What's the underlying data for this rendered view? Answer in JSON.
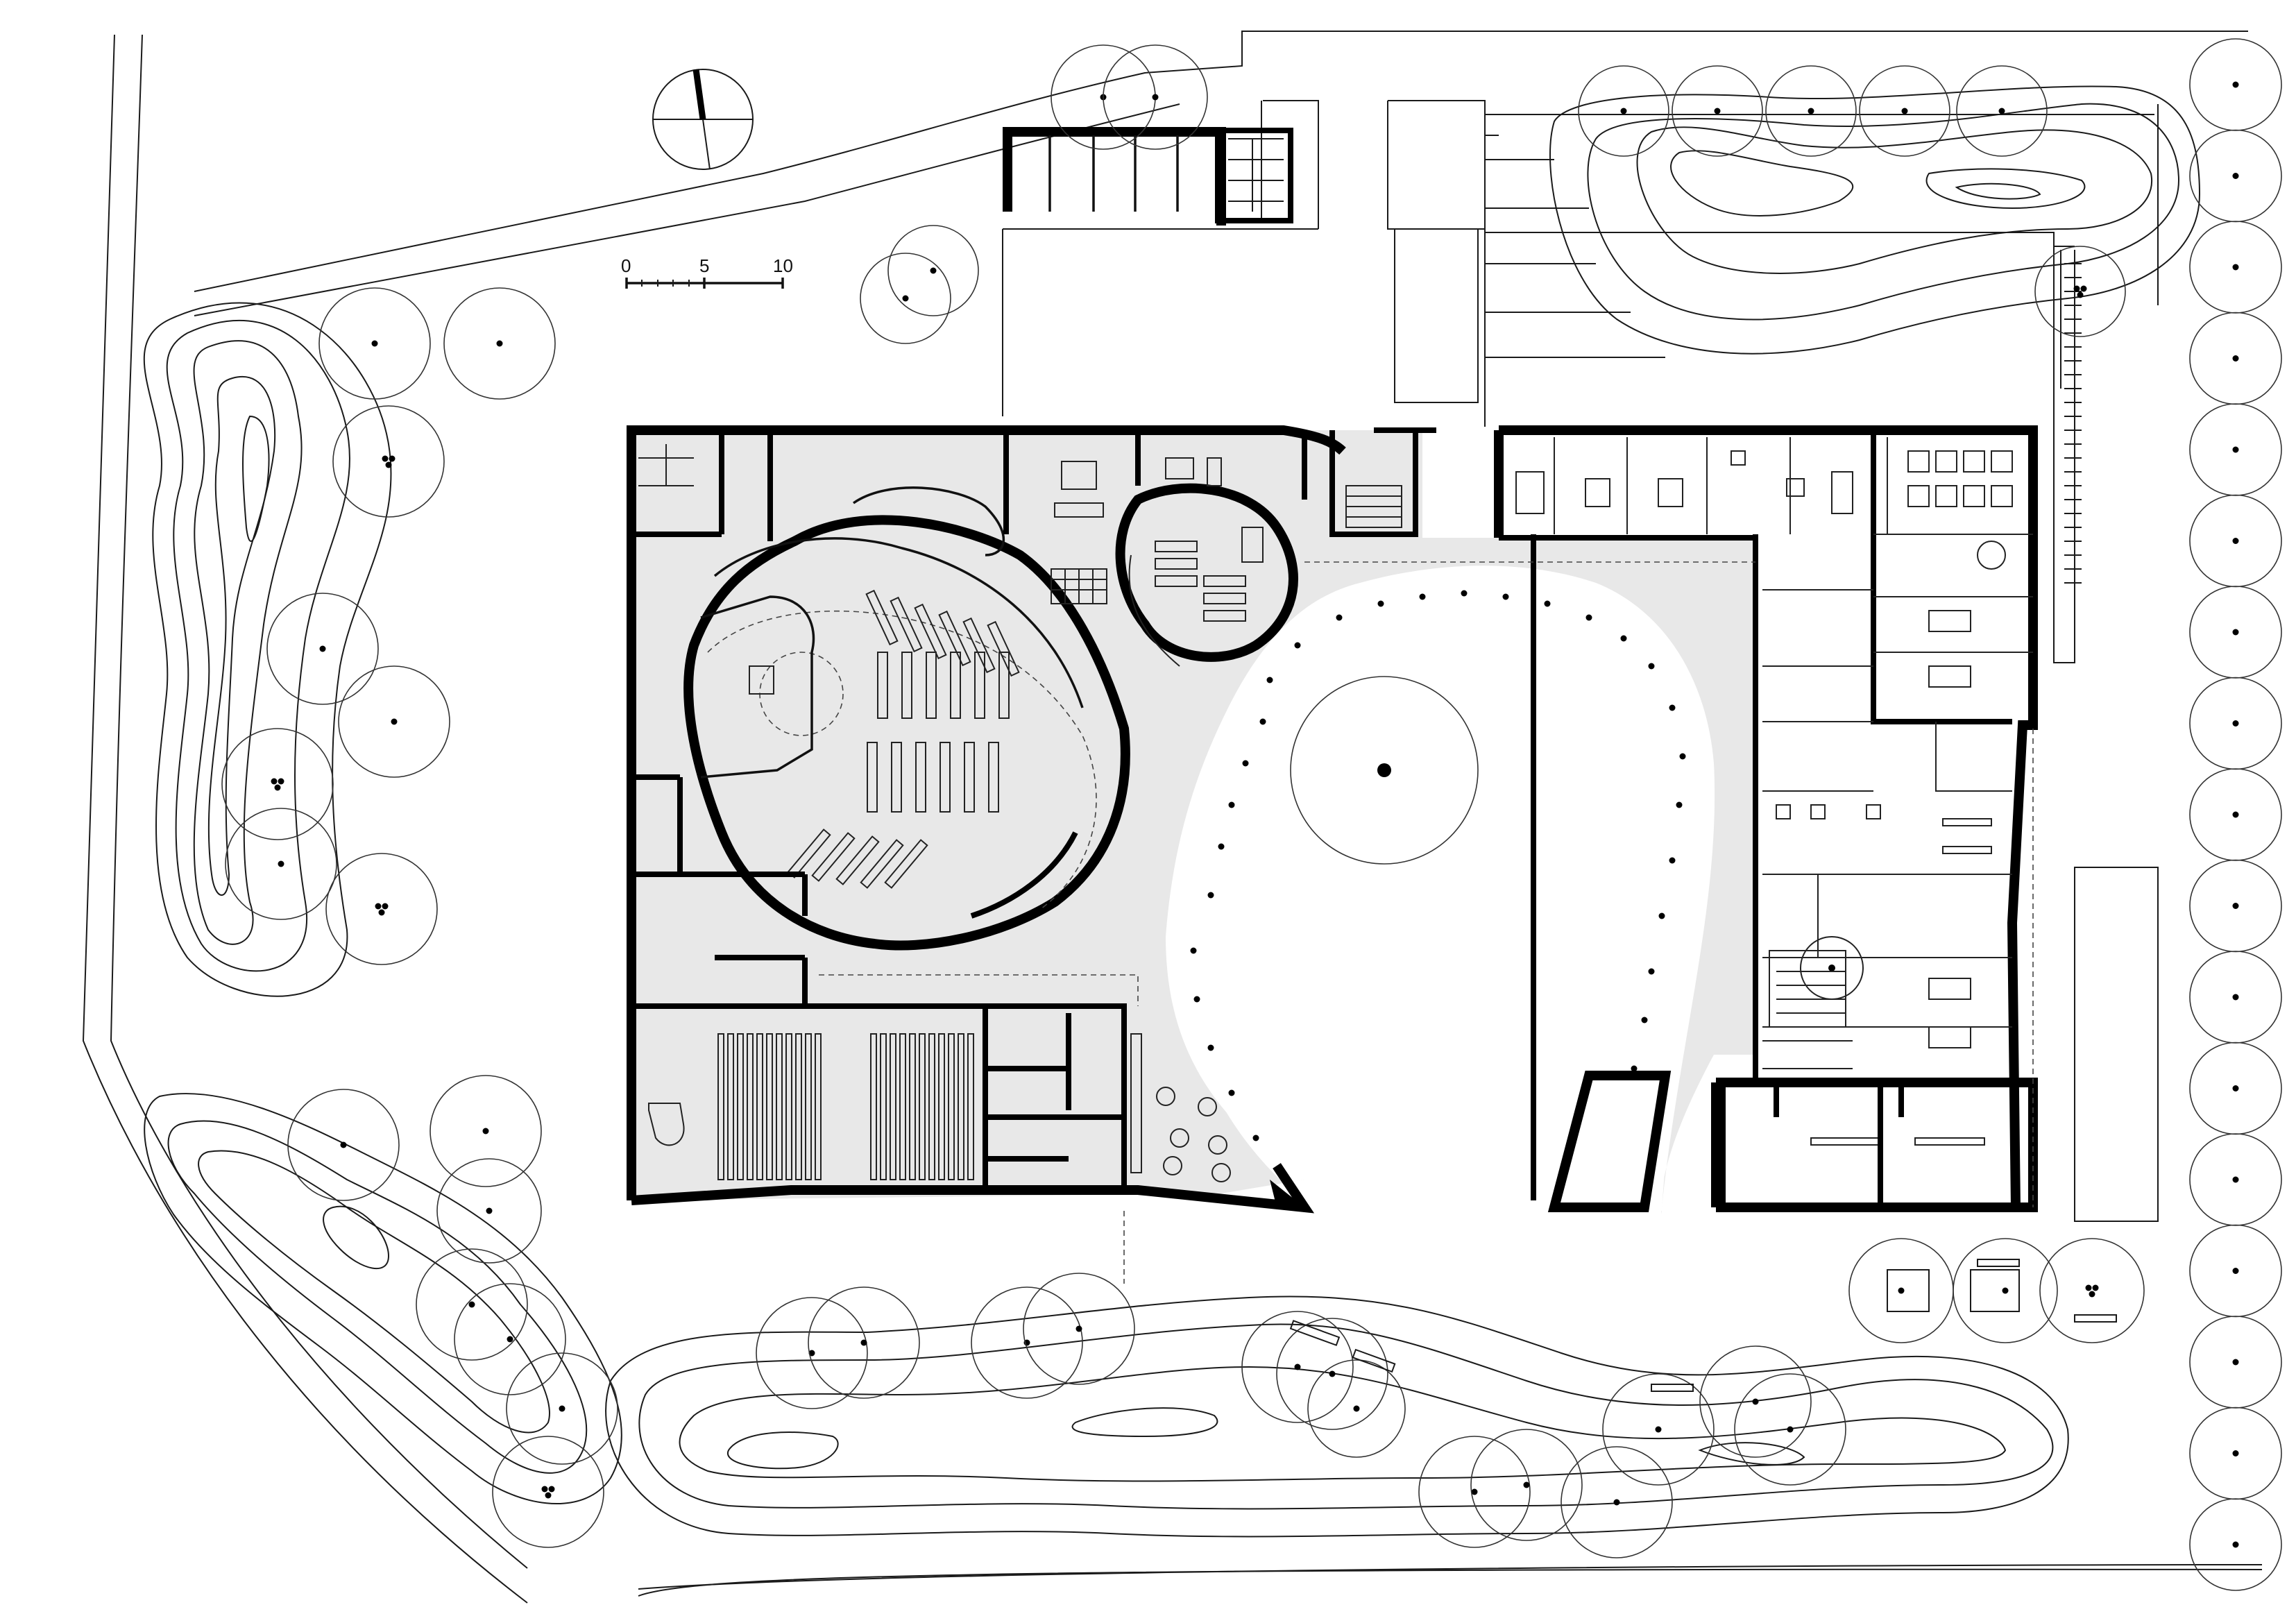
{
  "drawing": {
    "type": "architectural site plan / ground floor plan",
    "colors": {
      "line": "#111111",
      "floor_fill": "#e8e8e8",
      "background": "#ffffff"
    },
    "icons": [
      "north-arrow-icon",
      "scale-bar-icon",
      "grand-piano-icon"
    ]
  },
  "scale_bar": {
    "ticks": [
      "0",
      "5",
      "10"
    ]
  }
}
